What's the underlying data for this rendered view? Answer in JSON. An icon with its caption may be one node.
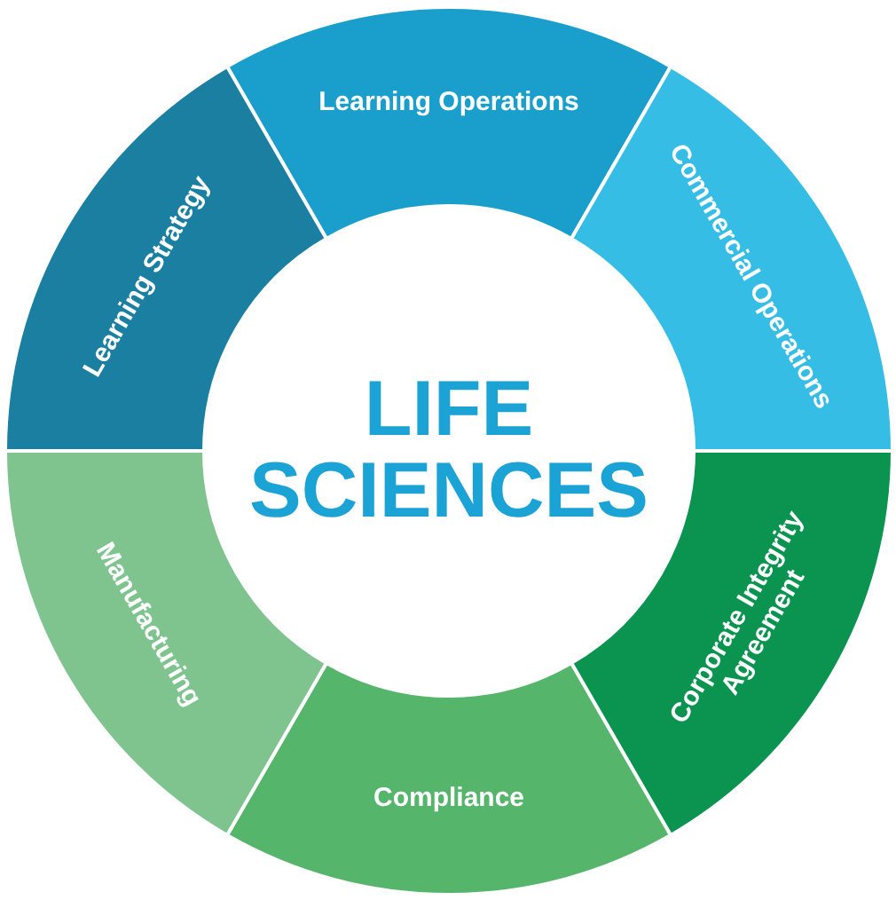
{
  "diagram": {
    "nodes": [
      {
        "text": [
          "LIFE SCIENCES"
        ]
      },
      {
        "text": [
          "Learning Operations"
        ]
      },
      {
        "text": [
          "Commercial Operations"
        ]
      },
      {
        "text": [
          "Corporate Integrity Agreement"
        ]
      },
      {
        "text": [
          "Compliance"
        ]
      },
      {
        "text": [
          "Manufacturing"
        ]
      },
      {
        "text": [
          "Learning Strategy"
        ]
      }
    ]
  }
}
